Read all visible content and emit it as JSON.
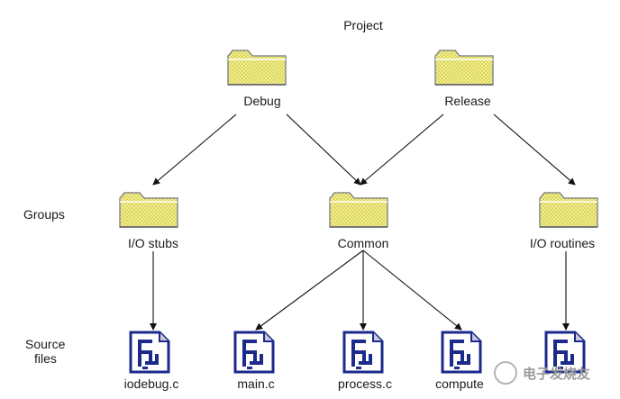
{
  "title": "Project",
  "row_labels": {
    "groups": "Groups",
    "source_files_line1": "Source",
    "source_files_line2": "files"
  },
  "configs": [
    {
      "id": "debug",
      "label": "Debug"
    },
    {
      "id": "release",
      "label": "Release"
    }
  ],
  "groups": [
    {
      "id": "io-stubs",
      "label": "I/O stubs"
    },
    {
      "id": "common",
      "label": "Common"
    },
    {
      "id": "io-routines",
      "label": "I/O routines"
    }
  ],
  "files": [
    {
      "id": "iodebug",
      "label": "iodebug.c"
    },
    {
      "id": "main",
      "label": "main.c"
    },
    {
      "id": "process",
      "label": "process.c"
    },
    {
      "id": "compute",
      "label": "compute"
    },
    {
      "id": "io-file",
      "label": ""
    }
  ],
  "edges": [
    [
      "debug",
      "io-stubs"
    ],
    [
      "debug",
      "common"
    ],
    [
      "release",
      "common"
    ],
    [
      "release",
      "io-routines"
    ],
    [
      "io-stubs",
      "iodebug"
    ],
    [
      "common",
      "main"
    ],
    [
      "common",
      "process"
    ],
    [
      "common",
      "compute"
    ],
    [
      "io-routines",
      "io-file"
    ]
  ],
  "watermark": "电子发烧友",
  "colors": {
    "folder_fill": "#f4f090",
    "folder_stroke": "#8a8a8a",
    "file_ink": "#1c2a8c",
    "line": "#111111"
  }
}
